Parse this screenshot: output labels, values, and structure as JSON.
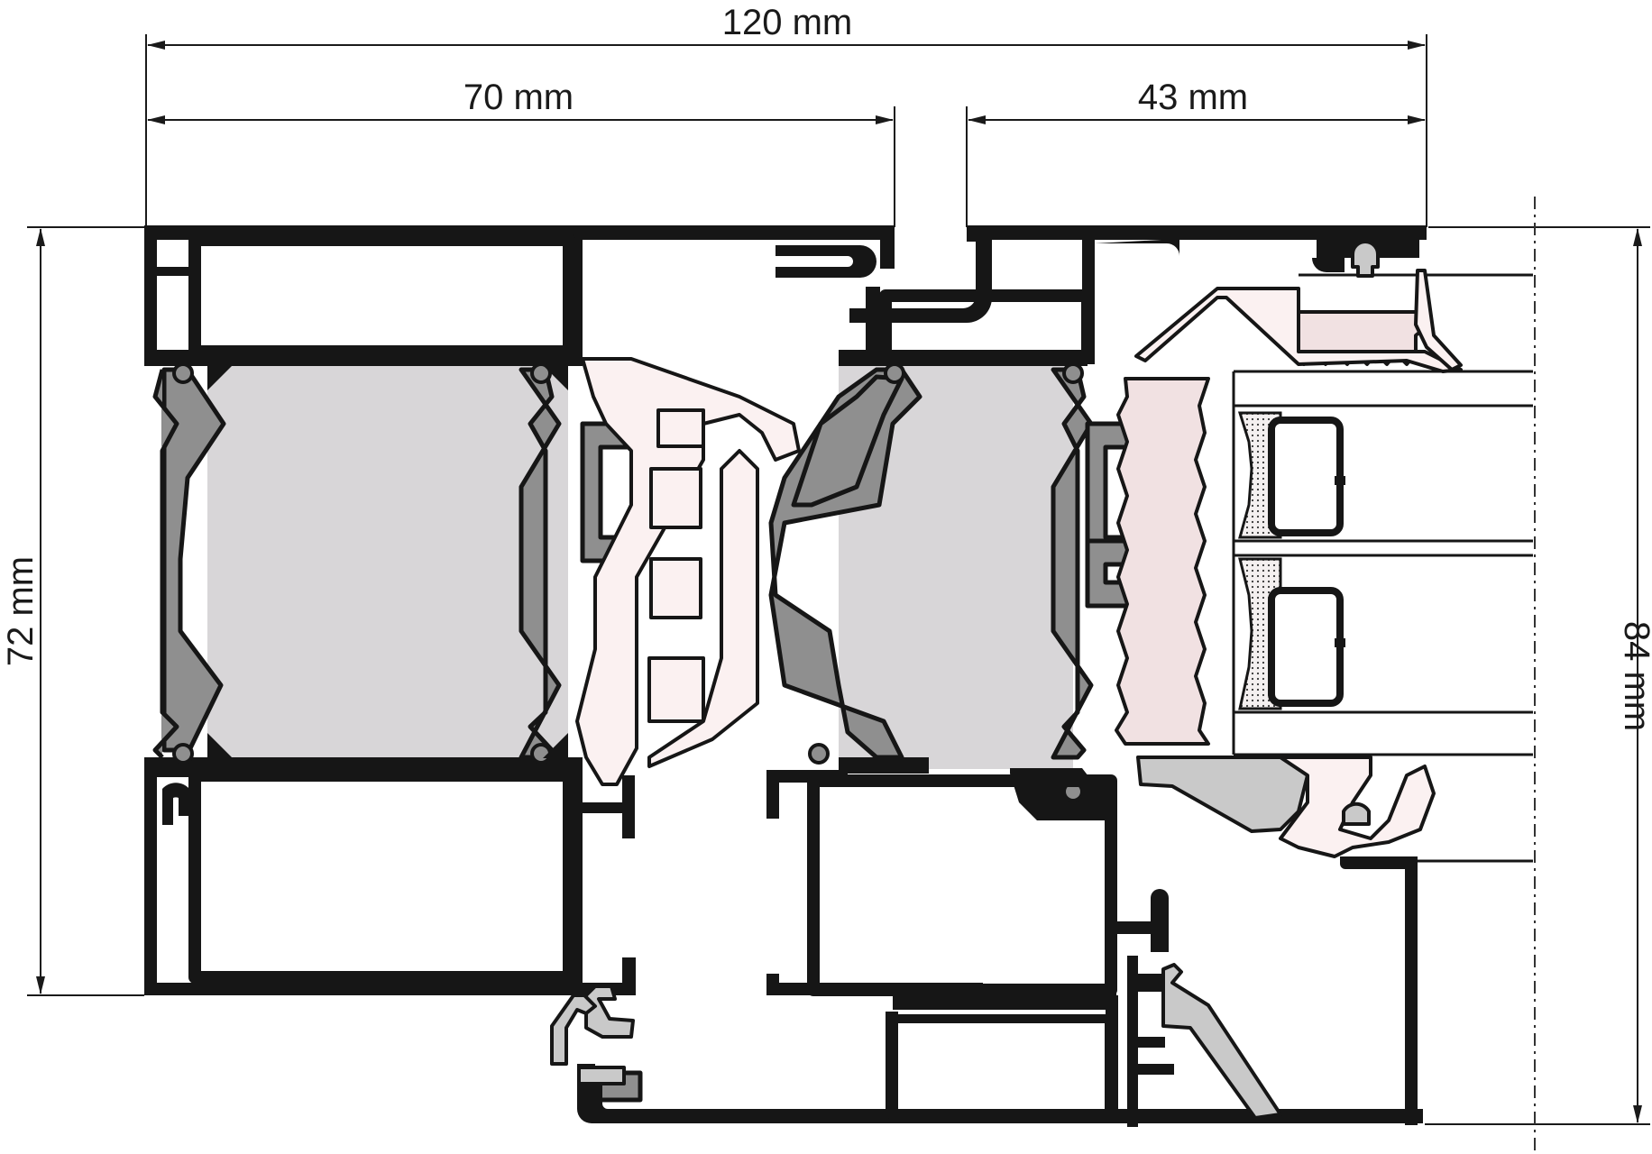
{
  "dimensions": {
    "total_width": "120 mm",
    "frame_depth": "70 mm",
    "sash_depth": "43 mm",
    "frame_height": "72 mm",
    "sash_height": "84 mm"
  },
  "colors": {
    "aluminium": "#161616",
    "insulation": "#d8d6d8",
    "thermal_break": "#8f8f8f",
    "gasket_pink": "#f1e1e2",
    "gasket_grey": "#c9c9c9"
  }
}
